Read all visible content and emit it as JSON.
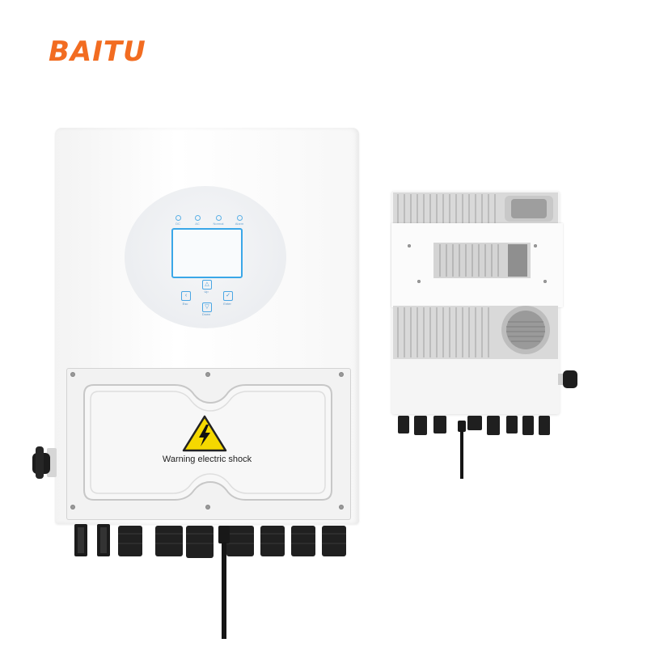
{
  "brand": {
    "logo_text": "BAITU",
    "color": "#f26c21"
  },
  "inverter_front": {
    "indicators": [
      "DC",
      "AC",
      "Normal",
      "Alarm"
    ],
    "buttons": [
      "Esc",
      "Up",
      "Down",
      "Enter"
    ],
    "warning_label": "Warning electric shock",
    "accent_color": "#3aa7e8",
    "warning_color": "#f5d800"
  },
  "inverter_back": {}
}
